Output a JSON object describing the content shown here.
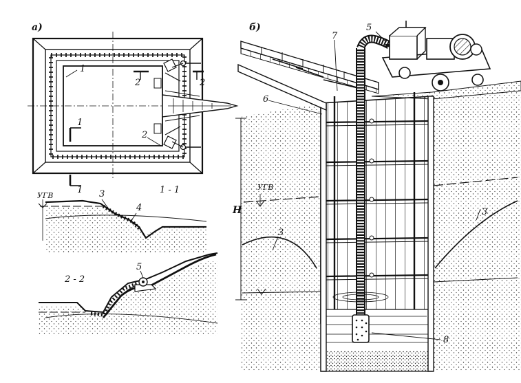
{
  "panels": {
    "a": "а)",
    "b": "б)"
  },
  "plan_labels": {
    "cut1_top": "1",
    "cut1_bottom": "1",
    "cut2_left": "2",
    "cut2_right": "2",
    "callout_1": "1",
    "callout_2": "2"
  },
  "section_1_1": {
    "title": "1 - 1",
    "ugv": "УГВ",
    "label_3": "3",
    "label_4": "4"
  },
  "section_2_2": {
    "title": "2 - 2",
    "label_5": "5"
  },
  "perspective": {
    "label_5": "5",
    "label_6": "6",
    "label_7": "7",
    "label_8": "8",
    "label_3_left": "3",
    "label_3_right": "3",
    "ugv": "УГВ",
    "height": "Н"
  }
}
